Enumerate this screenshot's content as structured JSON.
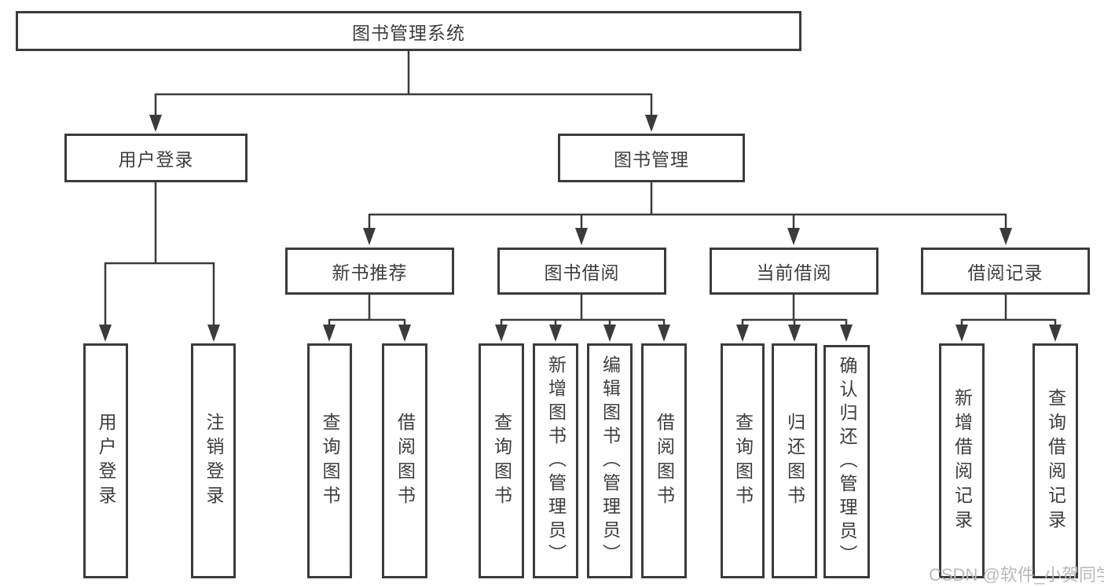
{
  "root": {
    "label": "图书管理系统"
  },
  "level2": [
    {
      "label": "用户登录"
    },
    {
      "label": "图书管理"
    }
  ],
  "level3": [
    {
      "label": "新书推荐"
    },
    {
      "label": "图书借阅"
    },
    {
      "label": "当前借阅"
    },
    {
      "label": "借阅记录"
    }
  ],
  "leaves": [
    {
      "label": "用户登录"
    },
    {
      "label": "注销登录"
    },
    {
      "label": "查询图书"
    },
    {
      "label": "借阅图书"
    },
    {
      "label": "查询图书"
    },
    {
      "label": "新增图书（管理员）"
    },
    {
      "label": "编辑图书（管理员）"
    },
    {
      "label": "借阅图书"
    },
    {
      "label": "查询图书"
    },
    {
      "label": "归还图书"
    },
    {
      "label": "确认归还（管理员）"
    },
    {
      "label": "新增借阅记录"
    },
    {
      "label": "查询借阅记录"
    }
  ],
  "watermark": "CSDN @软件_小贺同学",
  "colors": {
    "line": "#3b3b3b",
    "text": "#3d3d3d",
    "background": "#ffffff",
    "watermark": "#b9b9b9"
  }
}
